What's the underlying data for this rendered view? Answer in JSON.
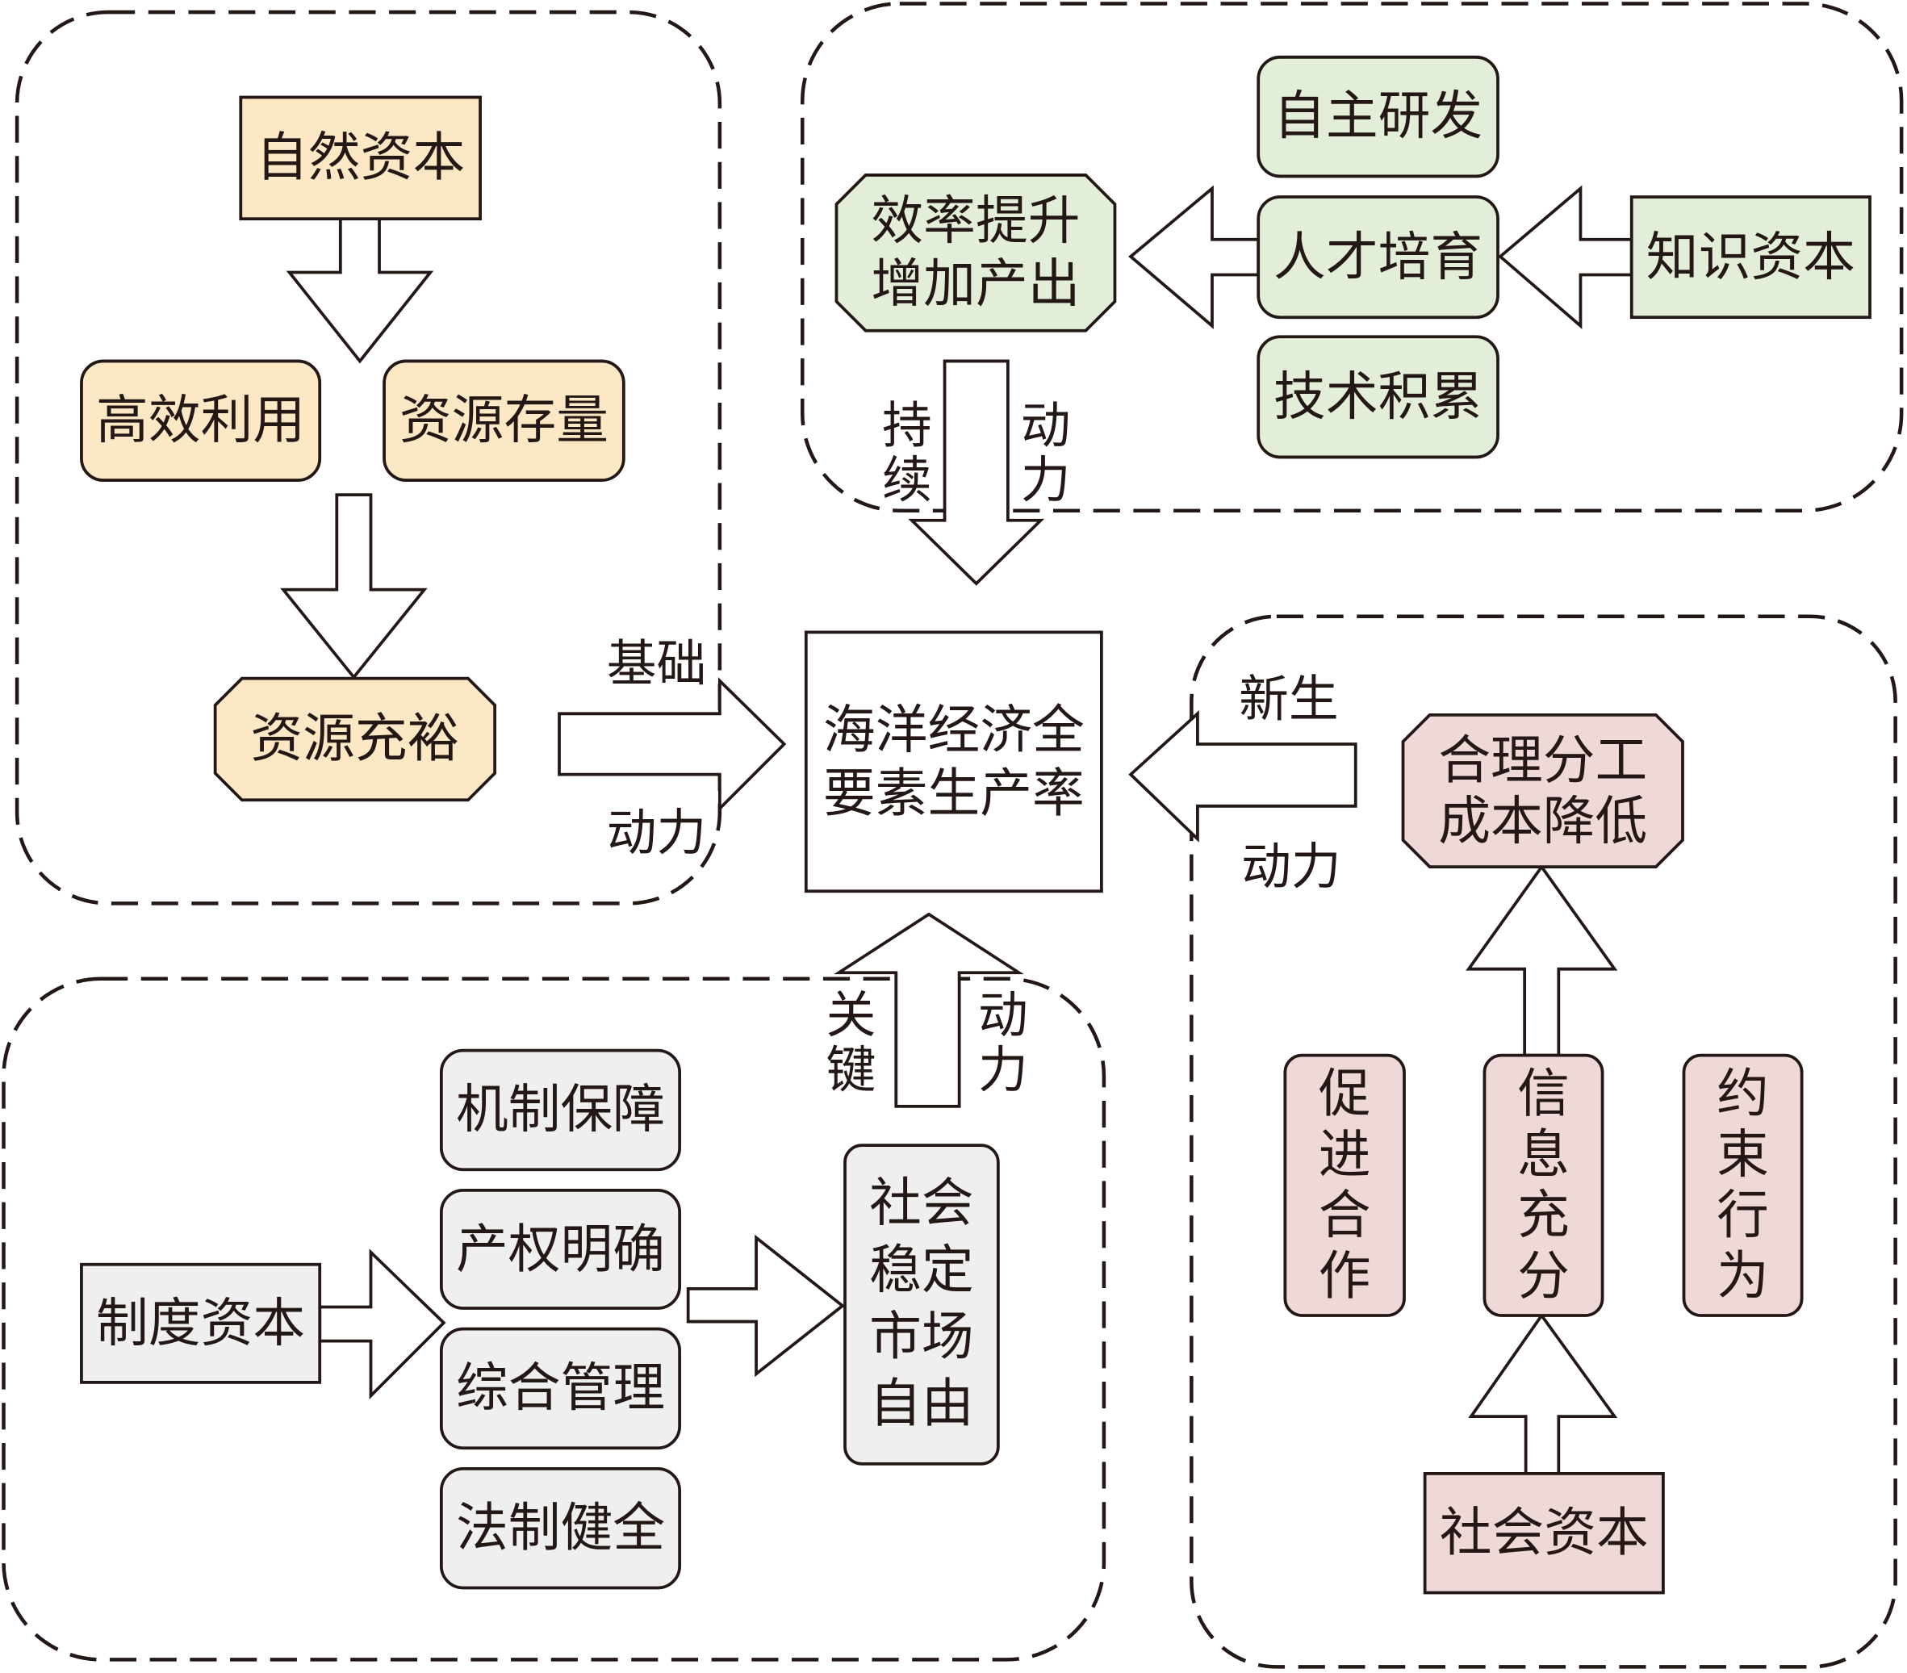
{
  "colors": {
    "ink": "#231815",
    "natural": "#fce8c4",
    "knowledge": "#e3eed9",
    "social": "#efd9d8",
    "institutional": "#efefef",
    "core": "#ffffff"
  },
  "natural_capital": {
    "source": "自然资本",
    "items": [
      "高效利用",
      "资源存量"
    ],
    "result": "资源充裕",
    "link_label_top": "基础",
    "link_label_bottom": "动力"
  },
  "knowledge_capital": {
    "source": "知识资本",
    "items": [
      "自主研发",
      "人才培育",
      "技术积累"
    ],
    "result_lines": [
      "效率提升",
      "增加产出"
    ],
    "link_label_left": "持续",
    "link_label_right": "动力"
  },
  "core": {
    "lines": [
      "海洋经济全",
      "要素生产率"
    ]
  },
  "social_capital": {
    "source": "社会资本",
    "items": [
      "促进合作",
      "信息充分",
      "约束行为"
    ],
    "result_lines": [
      "合理分工",
      "成本降低"
    ],
    "link_label_top": "新生",
    "link_label_bottom": "动力"
  },
  "institutional_capital": {
    "source": "制度资本",
    "items": [
      "机制保障",
      "产权明确",
      "综合管理",
      "法制健全"
    ],
    "result_lines": [
      "社会",
      "稳定",
      "市场",
      "自由"
    ],
    "link_label_left": "关键",
    "link_label_right": "动力"
  }
}
